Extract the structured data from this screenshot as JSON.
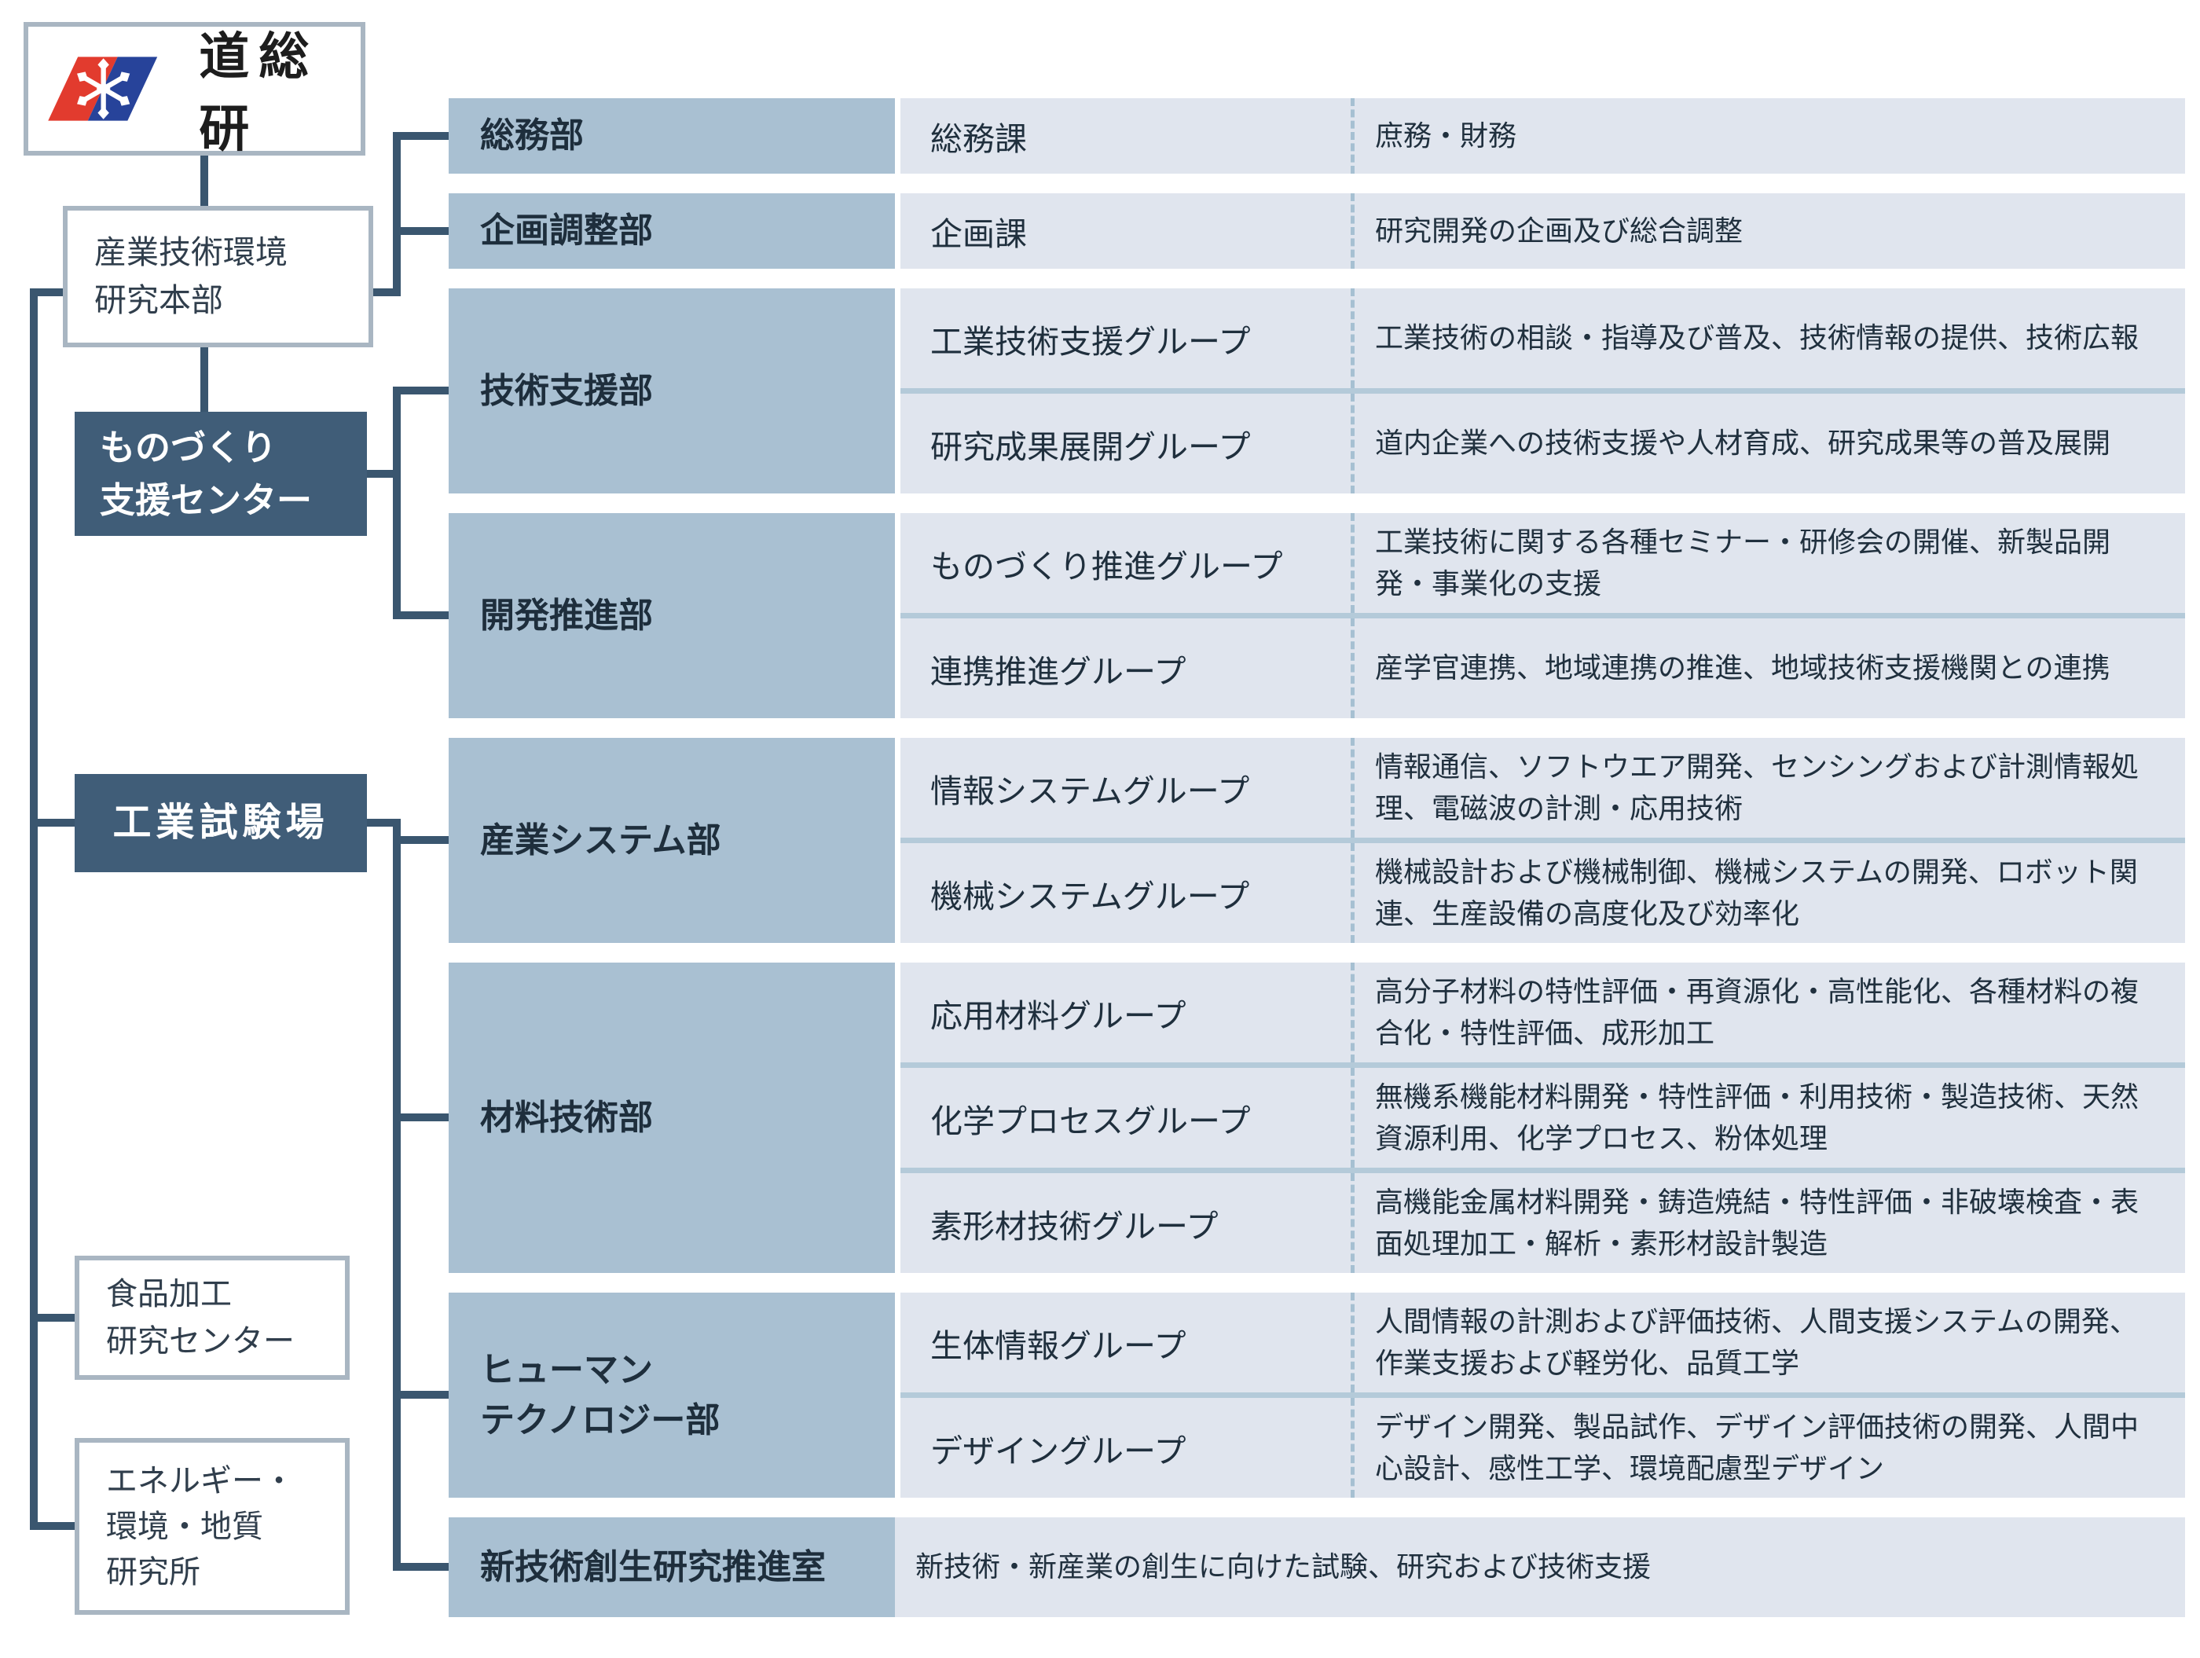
{
  "logo": {
    "text": "道総研"
  },
  "org_tree": {
    "hq_label": "産業技術環境\n研究本部",
    "centers": [
      {
        "label": "ものづくり\n支援センター",
        "style": "dark"
      },
      {
        "label": "工業試験場",
        "style": "dark"
      },
      {
        "label": "食品加工\n研究センター",
        "style": "light"
      },
      {
        "label": "エネルギー・\n環境・地質\n研究所",
        "style": "light"
      }
    ]
  },
  "departments": [
    {
      "name": "総務部",
      "rows": [
        {
          "group": "総務課",
          "desc": "庶務・財務"
        }
      ]
    },
    {
      "name": "企画調整部",
      "rows": [
        {
          "group": "企画課",
          "desc": "研究開発の企画及び総合調整"
        }
      ]
    },
    {
      "name": "技術支援部",
      "rows": [
        {
          "group": "工業技術支援グループ",
          "desc": "工業技術の相談・指導及び普及、技術情報の提供、技術広報"
        },
        {
          "group": "研究成果展開グループ",
          "desc": "道内企業への技術支援や人材育成、研究成果等の普及展開"
        }
      ]
    },
    {
      "name": "開発推進部",
      "rows": [
        {
          "group": "ものづくり推進グループ",
          "desc": "工業技術に関する各種セミナー・研修会の開催、新製品開発・事業化の支援"
        },
        {
          "group": "連携推進グループ",
          "desc": "産学官連携、地域連携の推進、地域技術支援機関との連携"
        }
      ]
    },
    {
      "name": "産業システム部",
      "rows": [
        {
          "group": "情報システムグループ",
          "desc": "情報通信、ソフトウエア開発、センシングおよび計測情報処理、電磁波の計測・応用技術"
        },
        {
          "group": "機械システムグループ",
          "desc": "機械設計および機械制御、機械システムの開発、ロボット関連、生産設備の高度化及び効率化"
        }
      ]
    },
    {
      "name": "材料技術部",
      "rows": [
        {
          "group": "応用材料グループ",
          "desc": "高分子材料の特性評価・再資源化・高性能化、各種材料の複合化・特性評価、成形加工"
        },
        {
          "group": "化学プロセスグループ",
          "desc": "無機系機能材料開発・特性評価・利用技術・製造技術、天然資源利用、化学プロセス、粉体処理"
        },
        {
          "group": "素形材技術グループ",
          "desc": "高機能金属材料開発・鋳造焼結・特性評価・非破壊検査・表面処理加工・解析・素形材設計製造"
        }
      ]
    },
    {
      "name": "ヒューマン\nテクノロジー部",
      "rows": [
        {
          "group": "生体情報グループ",
          "desc": "人間情報の計測および評価技術、人間支援システムの開発、作業支援および軽労化、品質工学"
        },
        {
          "group": "デザイングループ",
          "desc": "デザイン開発、製品試作、デザイン評価技術の開発、人間中心設計、感性工学、環境配慮型デザイン"
        }
      ]
    },
    {
      "name": "新技術創生研究推進室",
      "rows": [
        {
          "group": null,
          "desc": "新技術・新産業の創生に向けた試験、研究および技術支援"
        }
      ]
    }
  ],
  "colors": {
    "connector": "#3a566f",
    "dark_box_bg": "#405d78",
    "dept_col_bg": "#a9c0d2",
    "row_bg": "#e0e5ee",
    "divider": "#b4cad9",
    "dashed_separator": "#a6c0d2",
    "white_box_border": "#a9b6c2",
    "logo_red": "#e23b2e",
    "logo_blue": "#27439a",
    "text_dark": "#1e2e3c"
  }
}
